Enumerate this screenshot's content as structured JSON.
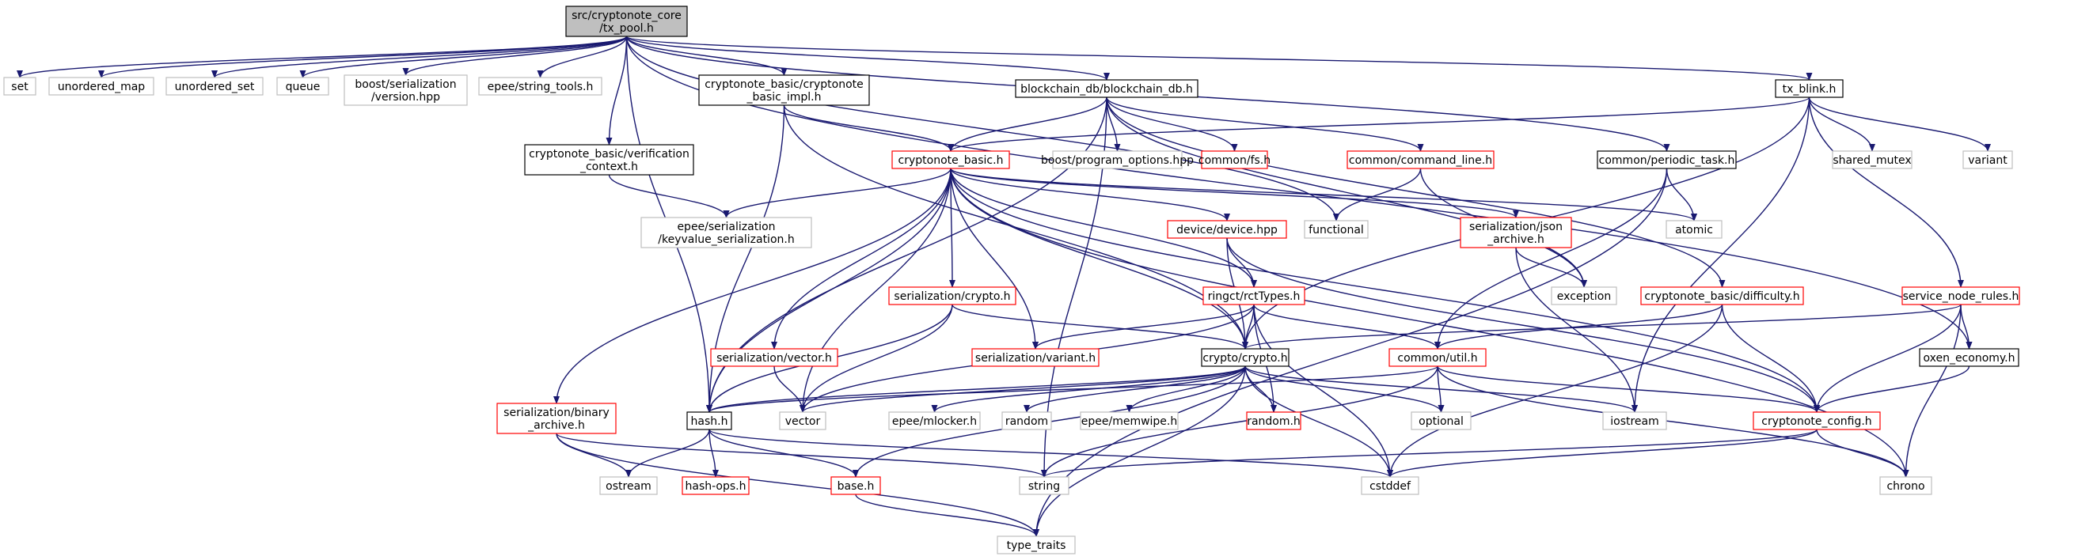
{
  "graph": {
    "nodes": [
      {
        "id": "root",
        "lines": [
          "src/cryptonote_core",
          "/tx_pool.h"
        ],
        "style": "root"
      },
      {
        "id": "set",
        "lines": [
          "set"
        ],
        "style": "system"
      },
      {
        "id": "unordered_map",
        "lines": [
          "unordered_map"
        ],
        "style": "system"
      },
      {
        "id": "unordered_set",
        "lines": [
          "unordered_set"
        ],
        "style": "system"
      },
      {
        "id": "queue",
        "lines": [
          "queue"
        ],
        "style": "system"
      },
      {
        "id": "boost_serialization_version",
        "lines": [
          "boost/serialization",
          "/version.hpp"
        ],
        "style": "system"
      },
      {
        "id": "epee_string_tools",
        "lines": [
          "epee/string_tools.h"
        ],
        "style": "system"
      },
      {
        "id": "cryptonote_basic_impl",
        "lines": [
          "cryptonote_basic/cryptonote",
          "_basic_impl.h"
        ],
        "style": "documented"
      },
      {
        "id": "blockchain_db",
        "lines": [
          "blockchain_db/blockchain_db.h"
        ],
        "style": "documented"
      },
      {
        "id": "tx_blink",
        "lines": [
          "tx_blink.h"
        ],
        "style": "documented"
      },
      {
        "id": "verification_context",
        "lines": [
          "cryptonote_basic/verification",
          "_context.h"
        ],
        "style": "documented"
      },
      {
        "id": "cryptonote_basic",
        "lines": [
          "cryptonote_basic.h"
        ],
        "style": "missing"
      },
      {
        "id": "boost_program_options",
        "lines": [
          "boost/program_options.hpp"
        ],
        "style": "system"
      },
      {
        "id": "common_fs",
        "lines": [
          "common/fs.h"
        ],
        "style": "missing"
      },
      {
        "id": "common_command_line",
        "lines": [
          "common/command_line.h"
        ],
        "style": "missing"
      },
      {
        "id": "common_periodic_task",
        "lines": [
          "common/periodic_task.h"
        ],
        "style": "documented"
      },
      {
        "id": "shared_mutex",
        "lines": [
          "shared_mutex"
        ],
        "style": "system"
      },
      {
        "id": "variant",
        "lines": [
          "variant"
        ],
        "style": "system"
      },
      {
        "id": "epee_keyvalue",
        "lines": [
          "epee/serialization",
          "/keyvalue_serialization.h"
        ],
        "style": "system"
      },
      {
        "id": "device_device",
        "lines": [
          "device/device.hpp"
        ],
        "style": "missing"
      },
      {
        "id": "functional",
        "lines": [
          "functional"
        ],
        "style": "system"
      },
      {
        "id": "serialization_json_archive",
        "lines": [
          "serialization/json",
          "_archive.h"
        ],
        "style": "missing"
      },
      {
        "id": "atomic",
        "lines": [
          "atomic"
        ],
        "style": "system"
      },
      {
        "id": "exception",
        "lines": [
          "exception"
        ],
        "style": "system"
      },
      {
        "id": "cryptonote_basic_difficulty",
        "lines": [
          "cryptonote_basic/difficulty.h"
        ],
        "style": "missing"
      },
      {
        "id": "service_node_rules",
        "lines": [
          "service_node_rules.h"
        ],
        "style": "missing"
      },
      {
        "id": "serialization_crypto",
        "lines": [
          "serialization/crypto.h"
        ],
        "style": "missing"
      },
      {
        "id": "ringct_rctTypes",
        "lines": [
          "ringct/rctTypes.h"
        ],
        "style": "missing"
      },
      {
        "id": "serialization_vector",
        "lines": [
          "serialization/vector.h"
        ],
        "style": "missing"
      },
      {
        "id": "serialization_variant",
        "lines": [
          "serialization/variant.h"
        ],
        "style": "missing"
      },
      {
        "id": "crypto_crypto",
        "lines": [
          "crypto/crypto.h"
        ],
        "style": "documented"
      },
      {
        "id": "common_util",
        "lines": [
          "common/util.h"
        ],
        "style": "missing"
      },
      {
        "id": "oxen_economy",
        "lines": [
          "oxen_economy.h"
        ],
        "style": "documented"
      },
      {
        "id": "serialization_binary_archive",
        "lines": [
          "serialization/binary",
          "_archive.h"
        ],
        "style": "missing"
      },
      {
        "id": "hash_h",
        "lines": [
          "hash.h"
        ],
        "style": "documented"
      },
      {
        "id": "vector",
        "lines": [
          "vector"
        ],
        "style": "system"
      },
      {
        "id": "epee_mlocker",
        "lines": [
          "epee/mlocker.h"
        ],
        "style": "system"
      },
      {
        "id": "random",
        "lines": [
          "random"
        ],
        "style": "system"
      },
      {
        "id": "epee_memwipe",
        "lines": [
          "epee/memwipe.h"
        ],
        "style": "system"
      },
      {
        "id": "random_h",
        "lines": [
          "random.h"
        ],
        "style": "missing"
      },
      {
        "id": "optional",
        "lines": [
          "optional"
        ],
        "style": "system"
      },
      {
        "id": "iostream",
        "lines": [
          "iostream"
        ],
        "style": "system"
      },
      {
        "id": "cryptonote_config",
        "lines": [
          "cryptonote_config.h"
        ],
        "style": "missing"
      },
      {
        "id": "ostream",
        "lines": [
          "ostream"
        ],
        "style": "system"
      },
      {
        "id": "hash_ops",
        "lines": [
          "hash-ops.h"
        ],
        "style": "missing"
      },
      {
        "id": "base_h",
        "lines": [
          "base.h"
        ],
        "style": "missing"
      },
      {
        "id": "string",
        "lines": [
          "string"
        ],
        "style": "system"
      },
      {
        "id": "cstddef",
        "lines": [
          "cstddef"
        ],
        "style": "system"
      },
      {
        "id": "chrono",
        "lines": [
          "chrono"
        ],
        "style": "system"
      },
      {
        "id": "type_traits",
        "lines": [
          "type_traits"
        ],
        "style": "system"
      }
    ],
    "edges": [
      [
        "root",
        "set"
      ],
      [
        "root",
        "unordered_map"
      ],
      [
        "root",
        "unordered_set"
      ],
      [
        "root",
        "queue"
      ],
      [
        "root",
        "boost_serialization_version"
      ],
      [
        "root",
        "epee_string_tools"
      ],
      [
        "root",
        "cryptonote_basic_impl"
      ],
      [
        "root",
        "blockchain_db"
      ],
      [
        "root",
        "tx_blink"
      ],
      [
        "root",
        "verification_context"
      ],
      [
        "root",
        "hash_h"
      ],
      [
        "root",
        "common_periodic_task"
      ],
      [
        "root",
        "functional"
      ],
      [
        "root",
        "oxen_economy"
      ],
      [
        "cryptonote_basic_impl",
        "cryptonote_basic"
      ],
      [
        "cryptonote_basic_impl",
        "crypto_crypto"
      ],
      [
        "cryptonote_basic_impl",
        "hash_h"
      ],
      [
        "blockchain_db",
        "cryptonote_basic"
      ],
      [
        "blockchain_db",
        "boost_program_options"
      ],
      [
        "blockchain_db",
        "common_fs"
      ],
      [
        "blockchain_db",
        "common_command_line"
      ],
      [
        "blockchain_db",
        "cryptonote_basic_difficulty"
      ],
      [
        "blockchain_db",
        "hash_h"
      ],
      [
        "blockchain_db",
        "string"
      ],
      [
        "blockchain_db",
        "exception"
      ],
      [
        "tx_blink",
        "shared_mutex"
      ],
      [
        "tx_blink",
        "variant"
      ],
      [
        "tx_blink",
        "cryptonote_basic"
      ],
      [
        "tx_blink",
        "service_node_rules"
      ],
      [
        "tx_blink",
        "iostream"
      ],
      [
        "tx_blink",
        "crypto_crypto"
      ],
      [
        "verification_context",
        "epee_keyvalue"
      ],
      [
        "cryptonote_basic",
        "epee_keyvalue"
      ],
      [
        "cryptonote_basic",
        "device_device"
      ],
      [
        "cryptonote_basic",
        "serialization_json_archive"
      ],
      [
        "cryptonote_basic",
        "atomic"
      ],
      [
        "cryptonote_basic",
        "serialization_crypto"
      ],
      [
        "cryptonote_basic",
        "ringct_rctTypes"
      ],
      [
        "cryptonote_basic",
        "serialization_vector"
      ],
      [
        "cryptonote_basic",
        "serialization_variant"
      ],
      [
        "cryptonote_basic",
        "crypto_crypto"
      ],
      [
        "cryptonote_basic",
        "hash_h"
      ],
      [
        "cryptonote_basic",
        "vector"
      ],
      [
        "cryptonote_basic",
        "serialization_binary_archive"
      ],
      [
        "cryptonote_basic",
        "cryptonote_config"
      ],
      [
        "cryptonote_basic",
        "chrono"
      ],
      [
        "common_command_line",
        "functional"
      ],
      [
        "common_command_line",
        "exception"
      ],
      [
        "common_periodic_task",
        "atomic"
      ],
      [
        "common_periodic_task",
        "common_util"
      ],
      [
        "common_periodic_task",
        "type_traits"
      ],
      [
        "device_device",
        "ringct_rctTypes"
      ],
      [
        "device_device",
        "crypto_crypto"
      ],
      [
        "device_device",
        "cryptonote_config"
      ],
      [
        "serialization_json_archive",
        "exception"
      ],
      [
        "serialization_json_archive",
        "iostream"
      ],
      [
        "cryptonote_basic_difficulty",
        "common_util"
      ],
      [
        "cryptonote_basic_difficulty",
        "cryptonote_config"
      ],
      [
        "cryptonote_basic_difficulty",
        "cstddef"
      ],
      [
        "service_node_rules",
        "crypto_crypto"
      ],
      [
        "service_node_rules",
        "oxen_economy"
      ],
      [
        "service_node_rules",
        "cryptonote_config"
      ],
      [
        "service_node_rules",
        "chrono"
      ],
      [
        "serialization_crypto",
        "crypto_crypto"
      ],
      [
        "serialization_crypto",
        "vector"
      ],
      [
        "serialization_crypto",
        "hash_h"
      ],
      [
        "ringct_rctTypes",
        "serialization_variant"
      ],
      [
        "ringct_rctTypes",
        "crypto_crypto"
      ],
      [
        "ringct_rctTypes",
        "common_util"
      ],
      [
        "ringct_rctTypes",
        "random_h"
      ],
      [
        "ringct_rctTypes",
        "cstddef"
      ],
      [
        "ringct_rctTypes",
        "vector"
      ],
      [
        "serialization_vector",
        "vector"
      ],
      [
        "crypto_crypto",
        "hash_h"
      ],
      [
        "crypto_crypto",
        "vector"
      ],
      [
        "crypto_crypto",
        "epee_mlocker"
      ],
      [
        "crypto_crypto",
        "random"
      ],
      [
        "crypto_crypto",
        "epee_memwipe"
      ],
      [
        "crypto_crypto",
        "random_h"
      ],
      [
        "crypto_crypto",
        "optional"
      ],
      [
        "crypto_crypto",
        "iostream"
      ],
      [
        "crypto_crypto",
        "cstddef"
      ],
      [
        "crypto_crypto",
        "type_traits"
      ],
      [
        "crypto_crypto",
        "base_h"
      ],
      [
        "common_util",
        "optional"
      ],
      [
        "common_util",
        "cryptonote_config"
      ],
      [
        "common_util",
        "chrono"
      ],
      [
        "common_util",
        "string"
      ],
      [
        "common_util",
        "hash_h"
      ],
      [
        "oxen_economy",
        "cryptonote_config"
      ],
      [
        "serialization_binary_archive",
        "ostream"
      ],
      [
        "serialization_binary_archive",
        "type_traits"
      ],
      [
        "serialization_binary_archive",
        "string"
      ],
      [
        "hash_h",
        "ostream"
      ],
      [
        "hash_h",
        "hash_ops"
      ],
      [
        "hash_h",
        "base_h"
      ],
      [
        "hash_h",
        "cstddef"
      ],
      [
        "cryptonote_config",
        "string"
      ],
      [
        "cryptonote_config",
        "cstddef"
      ],
      [
        "cryptonote_config",
        "chrono"
      ],
      [
        "base_h",
        "type_traits"
      ]
    ]
  }
}
